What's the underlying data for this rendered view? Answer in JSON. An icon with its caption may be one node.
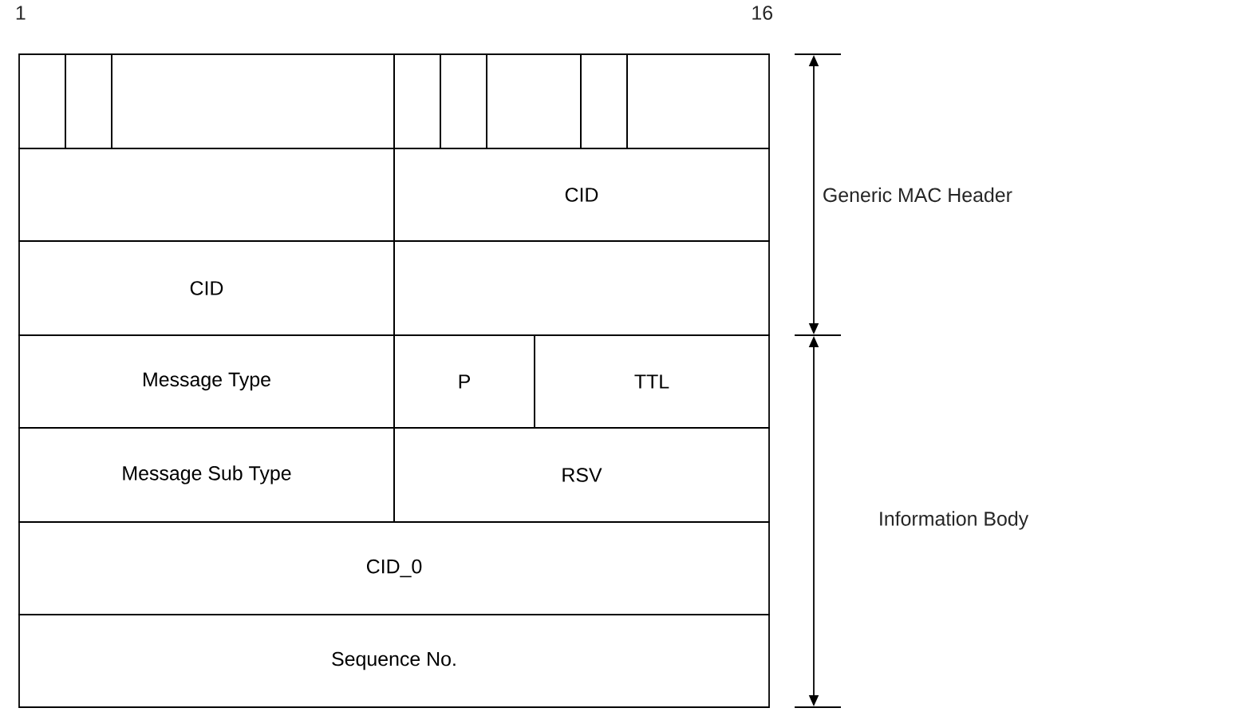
{
  "diagram": {
    "labels": [
      "1",
      "16",
      "CID",
      "Generic MAC Header",
      "CID",
      "Message Type",
      "P",
      "TTL",
      "Message Sub Type",
      "RSV",
      "Information Body",
      "CID_0",
      "Sequence No."
    ]
  }
}
